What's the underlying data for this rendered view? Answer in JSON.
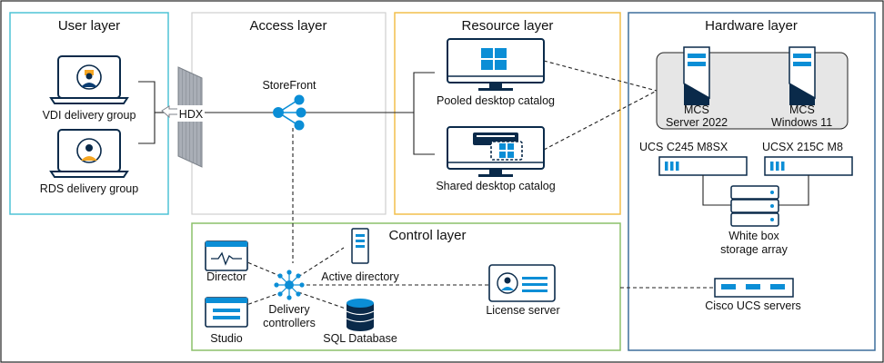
{
  "layers": {
    "user": "User layer",
    "access": "Access layer",
    "resource": "Resource layer",
    "hardware": "Hardware layer",
    "control": "Control layer"
  },
  "user_layer": {
    "vdi_label": "VDI delivery group",
    "rds_label": "RDS delivery group"
  },
  "access_layer": {
    "hdx_label": "HDX",
    "storefront_label": "StoreFront"
  },
  "resource_layer": {
    "pooled_label": "Pooled desktop catalog",
    "shared_label": "Shared desktop catalog"
  },
  "hardware_layer": {
    "mcs_server_line1": "MCS",
    "mcs_server_line2": "Server 2022",
    "mcs_win_line1": "MCS",
    "mcs_win_line2": "Windows 11",
    "ucs_c245": "UCS C245 M8SX",
    "ucsx_215c": "UCSX 215C M8",
    "storage_line1": "White box",
    "storage_line2": "storage array",
    "cisco_ucs": "Cisco UCS servers"
  },
  "control_layer": {
    "director": "Director",
    "studio": "Studio",
    "active_directory": "Active directory",
    "delivery_line1": "Delivery",
    "delivery_line2": "controllers",
    "sql_database": "SQL Database",
    "license_server": "License server"
  },
  "colors": {
    "user_border": "#4fc3d6",
    "access_border": "#cfcfcf",
    "resource_border": "#f2bf4b",
    "hardware_border": "#3d6e9c",
    "control_border": "#8cc06a",
    "icon_blue": "#0b8ed6",
    "icon_dark": "#0a2a4a",
    "mcs_panel": "#e6e6e6",
    "avatar_orange": "#f5a623"
  },
  "icons": [
    "laptop-icon",
    "user-avatar-icon",
    "hdx-gateway-icon",
    "storefront-hub-icon",
    "desktop-monitor-icon",
    "server-tower-icon",
    "rack-server-icon",
    "storage-array-icon",
    "dashboard-window-icon",
    "database-icon",
    "license-card-icon"
  ]
}
